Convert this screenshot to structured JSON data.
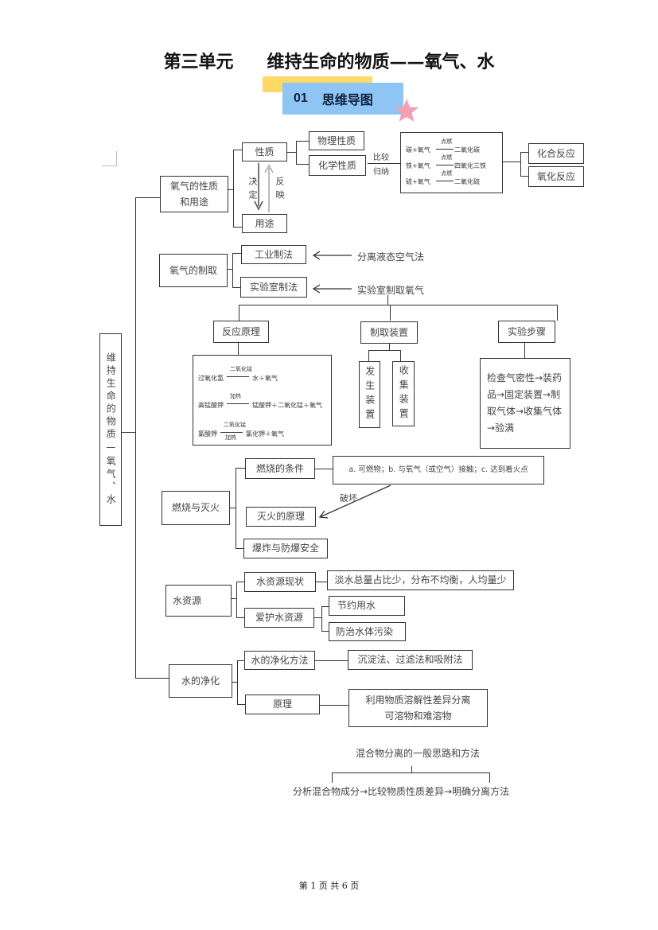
{
  "header": {
    "unit": "第三单元",
    "title": "维持生命的物质——氧气、水"
  },
  "banner": {
    "number": "01",
    "label": "思维导图",
    "colors": {
      "yellow": "#ffd966",
      "blue": "#8ec5f5",
      "star": "#f4a0b4"
    }
  },
  "root": {
    "label": "维持生命的物质—氧气、水"
  },
  "oxygen_properties": {
    "label": "氧气的性质和用途",
    "properties": "性质",
    "uses": "用途",
    "decides": "决定",
    "reflects": "反映",
    "physical": "物理性质",
    "chemical": "化学性质",
    "compare": "比较",
    "summarize": "归纳",
    "reactions": [
      {
        "reactants": "碳+氧气",
        "condition": "点燃",
        "product": "二氧化碳"
      },
      {
        "reactants": "铁+氧气",
        "condition": "点燃",
        "product": "四氧化三铁"
      },
      {
        "reactants": "硫+氧气",
        "condition": "点燃",
        "product": "二氧化硫"
      }
    ],
    "reaction_types": [
      "化合反应",
      "氧化反应"
    ]
  },
  "oxygen_preparation": {
    "label": "氧气的制取",
    "industrial": "工业制法",
    "industrial_method": "分离液态空气法",
    "lab": "实验室制法",
    "lab_method": "实验室制取氧气",
    "branches": {
      "principle": "反应原理",
      "apparatus": "制取装置",
      "steps": "实验步骤"
    },
    "principle_reactions": [
      {
        "reactant": "过氧化氢",
        "condition_top": "二氧化锰",
        "condition_bottom": "",
        "products": "水＋氧气"
      },
      {
        "reactant": "高锰酸钾",
        "condition_top": "加热",
        "condition_bottom": "",
        "products": "锰酸钾＋二氧化锰＋氧气"
      },
      {
        "reactant": "氯酸钾",
        "condition_top": "二氧化锰",
        "condition_bottom": "加热",
        "products": "氯化钾＋氧气"
      }
    ],
    "apparatus_items": [
      "发生装置",
      "收集装置"
    ],
    "steps_text": "检查气密性→装药品→固定装置→制取气体→收集气体→验满"
  },
  "combustion": {
    "label": "燃烧与灭火",
    "conditions": "燃烧的条件",
    "conditions_detail": "a. 可燃物；b. 与氧气（或空气）接触；c. 达到着火点",
    "destroy": "破坏",
    "extinguish": "灭火的原理",
    "explosion": "爆炸与防爆安全"
  },
  "water_resources": {
    "label": "水资源",
    "status": "水资源现状",
    "status_detail": "淡水总量占比少，分布不均衡，人均量少",
    "protect": "爱护水资源",
    "protect_items": [
      "节约用水",
      "防治水体污染"
    ]
  },
  "water_purification": {
    "label": "水的净化",
    "methods": "水的净化方法",
    "methods_detail": "沉淀法、过滤法和吸附法",
    "principle": "原理",
    "principle_detail": "利用物质溶解性差异分离可溶物和难溶物"
  },
  "separation": {
    "title": "混合物分离的一般思路和方法",
    "flow": "分析混合物成分→比较物质性质差异→明确分离方法"
  },
  "footer": {
    "page_text": "第 1 页 共 6 页"
  }
}
